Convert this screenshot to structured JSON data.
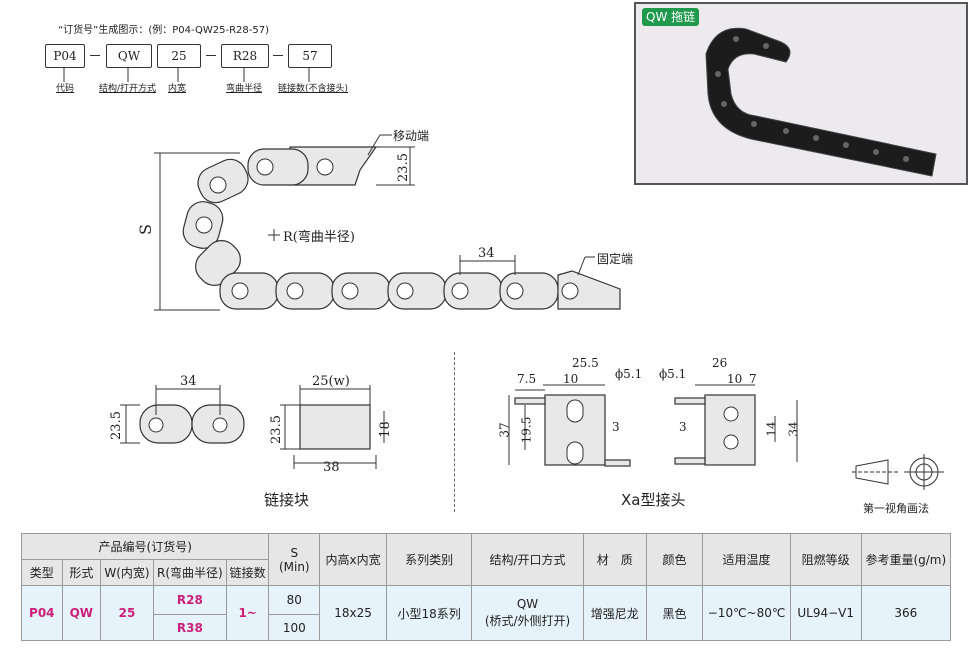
{
  "order_code": {
    "title": "“订货号”生成图示：(例：P04-QW25-R28-57)",
    "boxes": [
      "P04",
      "QW",
      "25",
      "R28",
      "57"
    ],
    "labels": [
      "代码",
      "结构/打开方式",
      "内宽",
      "弯曲半径",
      "链接数(不含接头)"
    ]
  },
  "photo": {
    "tag": "QW 拖链"
  },
  "chain_diagram": {
    "moving_end": "移动端",
    "fixed_end": "固定端",
    "radius_label": "R(弯曲半径)",
    "S_label": "S",
    "dim_23_5": "23.5",
    "dim_34": "34"
  },
  "link_block": {
    "caption": "链接块",
    "dim_34": "34",
    "dim_23_5": "23.5",
    "dim_25w": "25(w)",
    "dim_23_5b": "23.5",
    "dim_18": "18",
    "dim_38": "38"
  },
  "xa_connector": {
    "caption": "Xa型接头",
    "left": {
      "d7_5": "7.5",
      "d25_5": "25.5",
      "d10": "10",
      "phi": "ϕ5.1",
      "d37": "37",
      "d19_5": "19.5",
      "d3": "3"
    },
    "right": {
      "phi": "ϕ5.1",
      "d26": "26",
      "d10": "10",
      "d7": "7",
      "d3": "3",
      "d14": "14",
      "d34": "34"
    }
  },
  "projection": {
    "label": "第一视角画法"
  },
  "table": {
    "group_header": "产品编号(订货号)",
    "headers": {
      "type": "类型",
      "form": "形式",
      "width": "W(内宽)",
      "radius": "R(弯曲半径)",
      "links": "链接数",
      "s": "S\n(Min)",
      "inner": "内高x内宽",
      "series": "系列类别",
      "structure": "结构/开口方式",
      "material": "材　质",
      "color": "颜色",
      "temp": "适用温度",
      "flame": "阻燃等级",
      "weight": "参考重量(g/m)"
    },
    "row": {
      "type": "P04",
      "form": "QW",
      "width": "25",
      "radius_1": "R28",
      "radius_2": "R38",
      "links": "1~",
      "s_1": "80",
      "s_2": "100",
      "inner": "18x25",
      "series": "小型18系列",
      "structure_1": "QW",
      "structure_2": "(桥式/外侧打开)",
      "material": "增强尼龙",
      "color": "黑色",
      "temp": "−10℃~80℃",
      "flame": "UL94−V1",
      "weight": "366"
    }
  }
}
